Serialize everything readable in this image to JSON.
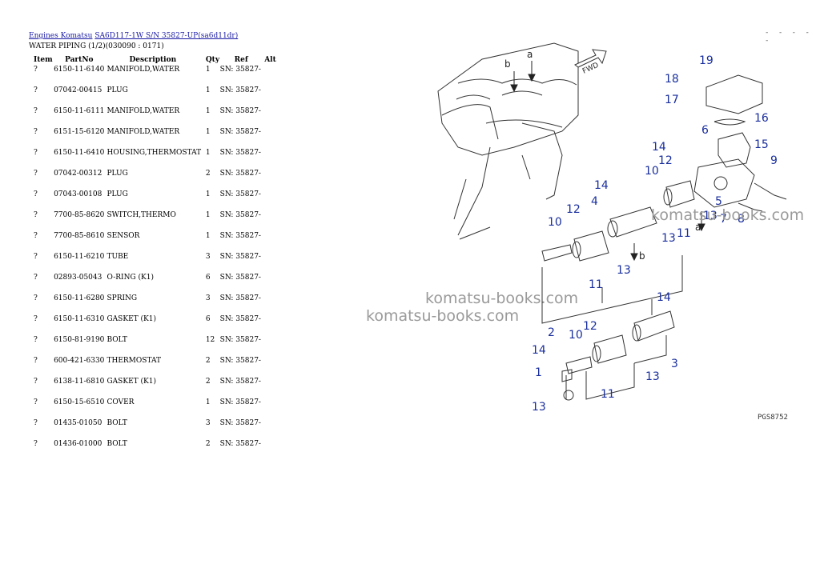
{
  "breadcrumb": {
    "link1": "Engines Komatsu",
    "link2": "SA6D117-1W S/N 35827-UP(sa6d11dr)"
  },
  "subtitle": "WATER PIPING (1/2)(030090 : 0171)",
  "columns": {
    "item": "Item",
    "partno": "PartNo",
    "desc": "Description",
    "qty": "Qty",
    "ref": "Ref",
    "alt": "Alt"
  },
  "rows": [
    {
      "item": "?",
      "partno": "6150-11-6140",
      "desc": "MANIFOLD,WATER",
      "qty": "1",
      "ref": "SN: 35827-"
    },
    {
      "item": "?",
      "partno": "07042-00415",
      "desc": "PLUG",
      "qty": "1",
      "ref": "SN: 35827-"
    },
    {
      "item": "?",
      "partno": "6150-11-6111",
      "desc": "MANIFOLD,WATER",
      "qty": "1",
      "ref": "SN: 35827-"
    },
    {
      "item": "?",
      "partno": "6151-15-6120",
      "desc": "MANIFOLD,WATER",
      "qty": "1",
      "ref": "SN: 35827-"
    },
    {
      "item": "?",
      "partno": "6150-11-6410",
      "desc": "HOUSING,THERMOSTAT",
      "qty": "1",
      "ref": "SN: 35827-"
    },
    {
      "item": "?",
      "partno": "07042-00312",
      "desc": "PLUG",
      "qty": "2",
      "ref": "SN: 35827-"
    },
    {
      "item": "?",
      "partno": "07043-00108",
      "desc": "PLUG",
      "qty": "1",
      "ref": "SN: 35827-"
    },
    {
      "item": "?",
      "partno": "7700-85-8620",
      "desc": "SWITCH,THERMO",
      "qty": "1",
      "ref": "SN: 35827-"
    },
    {
      "item": "?",
      "partno": "7700-85-8610",
      "desc": "SENSOR",
      "qty": "1",
      "ref": "SN: 35827-"
    },
    {
      "item": "?",
      "partno": "6150-11-6210",
      "desc": "TUBE",
      "qty": "3",
      "ref": "SN: 35827-"
    },
    {
      "item": "?",
      "partno": "02893-05043",
      "desc": "O-RING (K1)",
      "qty": "6",
      "ref": "SN: 35827-"
    },
    {
      "item": "?",
      "partno": "6150-11-6280",
      "desc": "SPRING",
      "qty": "3",
      "ref": "SN: 35827-"
    },
    {
      "item": "?",
      "partno": "6150-11-6310",
      "desc": "GASKET (K1)",
      "qty": "6",
      "ref": "SN: 35827-"
    },
    {
      "item": "?",
      "partno": "6150-81-9190",
      "desc": "BOLT",
      "qty": "12",
      "ref": "SN: 35827-"
    },
    {
      "item": "?",
      "partno": "600-421-6330",
      "desc": "THERMOSTAT",
      "qty": "2",
      "ref": "SN: 35827-"
    },
    {
      "item": "?",
      "partno": "6138-11-6810",
      "desc": "GASKET (K1)",
      "qty": "2",
      "ref": "SN: 35827-"
    },
    {
      "item": "?",
      "partno": "6150-15-6510",
      "desc": "COVER",
      "qty": "1",
      "ref": "SN: 35827-"
    },
    {
      "item": "?",
      "partno": "01435-01050",
      "desc": "BOLT",
      "qty": "3",
      "ref": "SN: 35827-"
    },
    {
      "item": "?",
      "partno": "01436-01000",
      "desc": "BOLT",
      "qty": "2",
      "ref": "SN: 35827-"
    }
  ],
  "diagram": {
    "fwd_label": "FWD",
    "arrow_labels": {
      "a": "a",
      "b": "b"
    },
    "callouts": [
      "1",
      "2",
      "3",
      "4",
      "5",
      "6",
      "7",
      "8",
      "9",
      "10",
      "11",
      "12",
      "13",
      "14",
      "15",
      "16",
      "17",
      "18",
      "19"
    ],
    "figure_code": "PGS8752",
    "colors": {
      "callout": "#1a2f9e",
      "line": "#222222"
    }
  },
  "watermarks": [
    "komatsu-books.com",
    "komatsu-books.com",
    "komatsu-books.com"
  ],
  "page_code": "- - -  - -"
}
